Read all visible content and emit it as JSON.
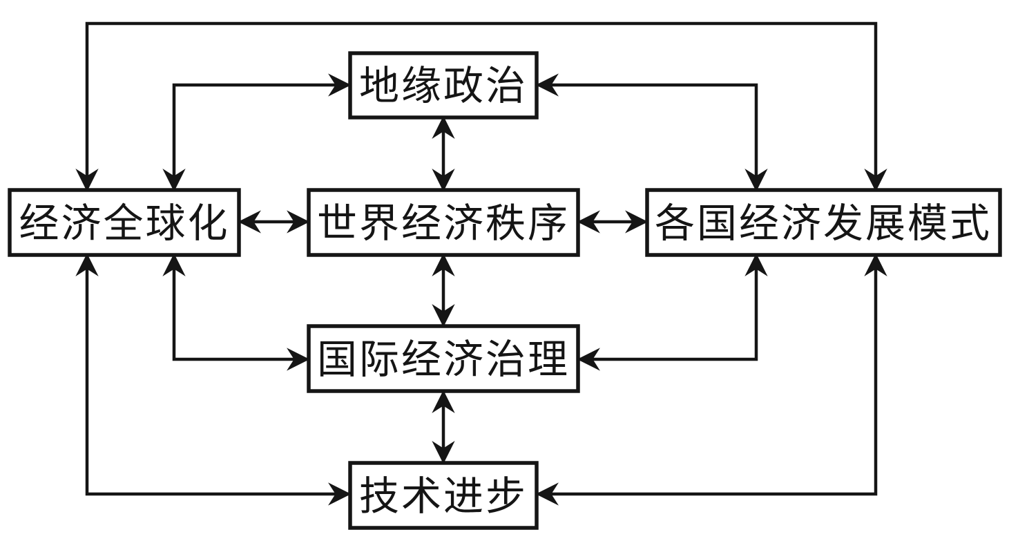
{
  "diagram": {
    "type": "concept-relationship-diagram",
    "background_color": "#ffffff",
    "line_color": "#151515",
    "box_fill_color": "#ffffff",
    "nodes": {
      "geopolitics": {
        "label": "地缘政治"
      },
      "globalization": {
        "label": "经济全球化"
      },
      "world_order": {
        "label": "世界经济秩序"
      },
      "development_models": {
        "label": "各国经济发展模式"
      },
      "governance": {
        "label": "国际经济治理"
      },
      "technology": {
        "label": "技术进步"
      }
    },
    "edges": [
      {
        "from": "globalization",
        "to": "development_models",
        "style": "bidirectional",
        "route": "over-top"
      },
      {
        "from": "globalization",
        "to": "geopolitics",
        "style": "bidirectional",
        "route": "elbow"
      },
      {
        "from": "geopolitics",
        "to": "development_models",
        "style": "bidirectional",
        "route": "elbow"
      },
      {
        "from": "geopolitics",
        "to": "world_order",
        "style": "bidirectional",
        "route": "straight-vertical"
      },
      {
        "from": "globalization",
        "to": "world_order",
        "style": "bidirectional",
        "route": "straight-horizontal"
      },
      {
        "from": "world_order",
        "to": "development_models",
        "style": "bidirectional",
        "route": "straight-horizontal"
      },
      {
        "from": "world_order",
        "to": "governance",
        "style": "bidirectional",
        "route": "straight-vertical"
      },
      {
        "from": "globalization",
        "to": "governance",
        "style": "bidirectional",
        "route": "elbow"
      },
      {
        "from": "development_models",
        "to": "governance",
        "style": "bidirectional",
        "route": "elbow"
      },
      {
        "from": "governance",
        "to": "technology",
        "style": "bidirectional",
        "route": "straight-vertical"
      },
      {
        "from": "globalization",
        "to": "technology",
        "style": "bidirectional",
        "route": "elbow"
      },
      {
        "from": "development_models",
        "to": "technology",
        "style": "bidirectional",
        "route": "elbow"
      }
    ]
  }
}
